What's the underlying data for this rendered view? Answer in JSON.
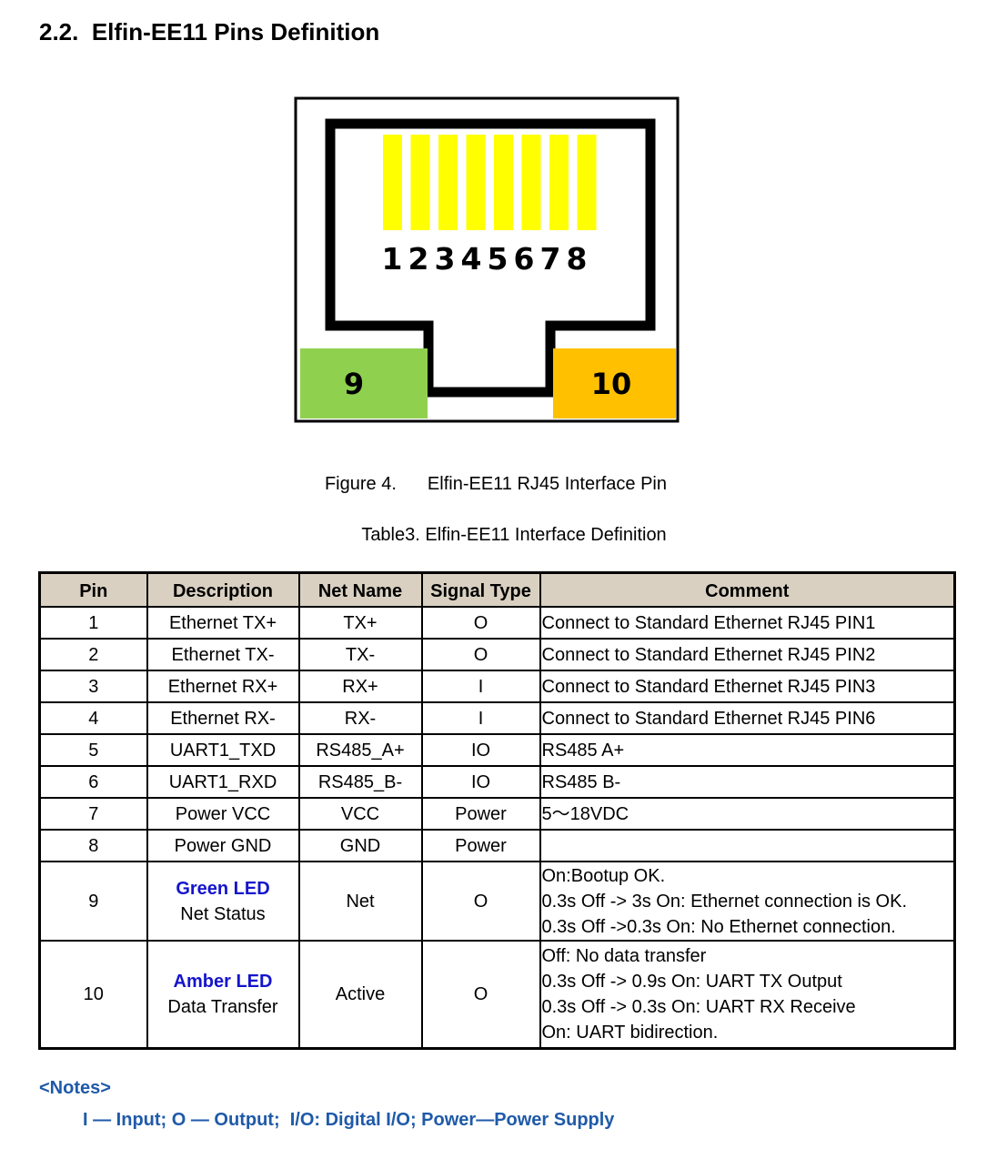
{
  "section": {
    "number": "2.2.",
    "title": "Elfin-EE11 Pins Definition"
  },
  "figure": {
    "pin_numbers": [
      "1",
      "2",
      "3",
      "4",
      "5",
      "6",
      "7",
      "8"
    ],
    "led_left_label": "9",
    "led_right_label": "10",
    "pin_color": "#ffff00",
    "led_left_color": "#8fd14f",
    "led_right_color": "#ffc000",
    "caption_label": "Figure 4.",
    "caption_text": "Elfin-EE11 RJ45 Interface Pin"
  },
  "table": {
    "caption": "Table3. Elfin-EE11 Interface Definition",
    "header_bg": "#d9d0c1",
    "headers": {
      "pin": "Pin",
      "description": "Description",
      "net_name": "Net Name",
      "signal_type": "Signal Type",
      "comment": "Comment"
    },
    "rows": [
      {
        "pin": "1",
        "description": "Ethernet TX+",
        "net_name": "TX+",
        "signal_type": "O",
        "comment": [
          "Connect to Standard Ethernet RJ45 PIN1"
        ]
      },
      {
        "pin": "2",
        "description": "Ethernet TX-",
        "net_name": "TX-",
        "signal_type": "O",
        "comment": [
          "Connect to Standard Ethernet RJ45 PIN2"
        ]
      },
      {
        "pin": "3",
        "description": "Ethernet RX+",
        "net_name": "RX+",
        "signal_type": "I",
        "comment": [
          "Connect to Standard Ethernet RJ45 PIN3"
        ]
      },
      {
        "pin": "4",
        "description": "Ethernet RX-",
        "net_name": "RX-",
        "signal_type": "I",
        "comment": [
          "Connect to Standard Ethernet RJ45 PIN6"
        ]
      },
      {
        "pin": "5",
        "description": "UART1_TXD",
        "net_name": "RS485_A+",
        "signal_type": "IO",
        "comment": [
          "RS485 A+"
        ]
      },
      {
        "pin": "6",
        "description": "UART1_RXD",
        "net_name": "RS485_B-",
        "signal_type": "IO",
        "comment": [
          "RS485 B-"
        ]
      },
      {
        "pin": "7",
        "description": "Power  VCC",
        "net_name": "VCC",
        "signal_type": "Power",
        "comment": [
          "5～18VDC"
        ]
      },
      {
        "pin": "8",
        "description": "Power GND",
        "net_name": "GND",
        "signal_type": "Power",
        "comment": [
          ""
        ]
      }
    ],
    "led_rows": [
      {
        "pin": "9",
        "led_name": "Green LED",
        "led_sub": "Net Status",
        "net_name": "Net",
        "signal_type": "O",
        "comment": [
          "On:Bootup OK.",
          "0.3s Off -> 3s On: Ethernet connection is OK.",
          "0.3s Off ->0.3s On: No Ethernet connection."
        ]
      },
      {
        "pin": "10",
        "led_name": "Amber LED",
        "led_sub": "Data Transfer",
        "net_name": "Active",
        "signal_type": "O",
        "comment": [
          "Off: No data transfer",
          "0.3s Off -> 0.9s On: UART TX Output",
          "0.3s Off -> 0.3s On: UART RX Receive",
          "On: UART bidirection."
        ]
      }
    ]
  },
  "notes": {
    "title": "<Notes>",
    "text": "I — Input; O — Output;  I/O: Digital I/O; Power—Power Supply"
  }
}
